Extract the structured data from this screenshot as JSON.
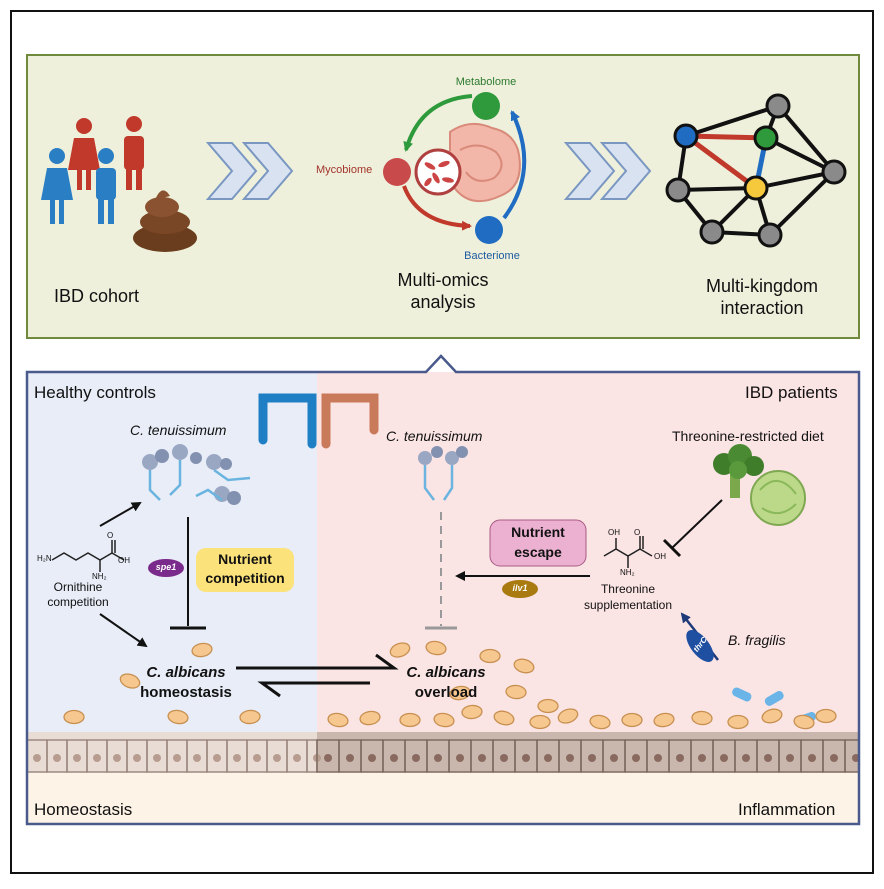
{
  "top_panel": {
    "cohort_label": "IBD cohort",
    "metabolome": "Metabolome",
    "mycobiome": "Mycobiome",
    "bacteriome": "Bacteriome",
    "analysis_line1": "Multi-omics",
    "analysis_line2": "analysis",
    "interaction_line1": "Multi-kingdom",
    "interaction_line2": "interaction"
  },
  "bottom_panel": {
    "healthy_controls": "Healthy controls",
    "ibd_patients": "IBD patients",
    "c_tenuissimum_left": "C. tenuissimum",
    "c_tenuissimum_right": "C. tenuissimum",
    "threonine_restricted_diet": "Threonine-restricted diet",
    "spe1": "spe1",
    "nutrient_competition_line1": "Nutrient",
    "nutrient_competition_line2": "competition",
    "nutrient_escape_line1": "Nutrient",
    "nutrient_escape_line2": "escape",
    "ilv1": "ilv1",
    "ornithine_competition_line1": "Ornithine",
    "ornithine_competition_line2": "competition",
    "threonine_line1": "Threonine",
    "threonine_line2": "supplementation",
    "thrC": "thrC",
    "b_fragilis": "B. fragilis",
    "c_albicans_left_line1": "C. albicans",
    "c_albicans_left_line2": "homeostasis",
    "c_albicans_right_line1": "C. albicans",
    "c_albicans_right_line2": "overload",
    "homeostasis": "Homeostasis",
    "inflammation": "Inflammation",
    "chem_h2n": "H₂N",
    "chem_nh2": "NH₂",
    "chem_oh": "OH",
    "chem_o": "O"
  },
  "colors": {
    "top_panel_bg": "#eef0db",
    "top_panel_border": "#6f8a3c",
    "healthy_bg": "#e8edf7",
    "ibd_bg": "#fbe4e4",
    "frame_border": "#4a5a8c",
    "metabolome": "#2e9a3c",
    "mycobiome": "#c94a4a",
    "bacteriome": "#1f6cc2",
    "nutrient_competition": "#fbe27a",
    "nutrient_escape": "#ecb1d1",
    "spe1": "#7a2a8a",
    "ilv1": "#a87a10",
    "thrC": "#1f4fa0"
  }
}
